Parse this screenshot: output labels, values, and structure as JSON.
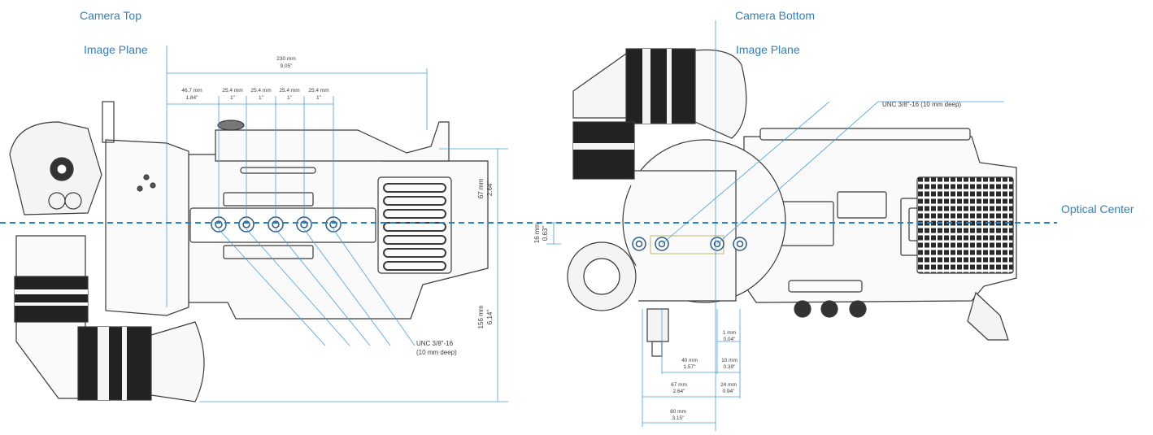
{
  "labels": {
    "camera_top": "Camera Top",
    "camera_bottom": "Camera Bottom",
    "image_plane_left": "Image Plane",
    "image_plane_right": "Image Plane",
    "optical_center": "Optical Center"
  },
  "top_view": {
    "overall_mm": "230 mm",
    "overall_in": "9.05\"",
    "spacing": [
      {
        "mm": "46.7 mm",
        "in": "1.84\""
      },
      {
        "mm": "25.4 mm",
        "in": "1\""
      },
      {
        "mm": "25.4 mm",
        "in": "1\""
      },
      {
        "mm": "25.4 mm",
        "in": "1\""
      },
      {
        "mm": "25.4 mm",
        "in": "1\""
      }
    ],
    "height_upper_mm": "67 mm",
    "height_upper_in": "2.64\"",
    "height_lower_mm": "156 mm",
    "height_lower_in": "6.14\"",
    "thread_line1": "UNC 3/8\"-16",
    "thread_line2": "(10 mm deep)"
  },
  "bottom_view": {
    "thread": "UNC 3/8\"-16 (10 mm deep)",
    "offset_mm": "16 mm",
    "offset_in": "0.63\"",
    "dims": [
      {
        "mm": "1 mm",
        "in": "0.04\""
      },
      {
        "mm": "40 mm",
        "in": "1.57\""
      },
      {
        "mm": "10 mm",
        "in": "0.39\""
      },
      {
        "mm": "67 mm",
        "in": "2.64\""
      },
      {
        "mm": "24 mm",
        "in": "0.94\""
      },
      {
        "mm": "80 mm",
        "in": "3.15\""
      }
    ]
  },
  "colors": {
    "accent": "#2f7fc1",
    "outline": "#3a3a3a",
    "dimension": "#4a9fd8"
  }
}
